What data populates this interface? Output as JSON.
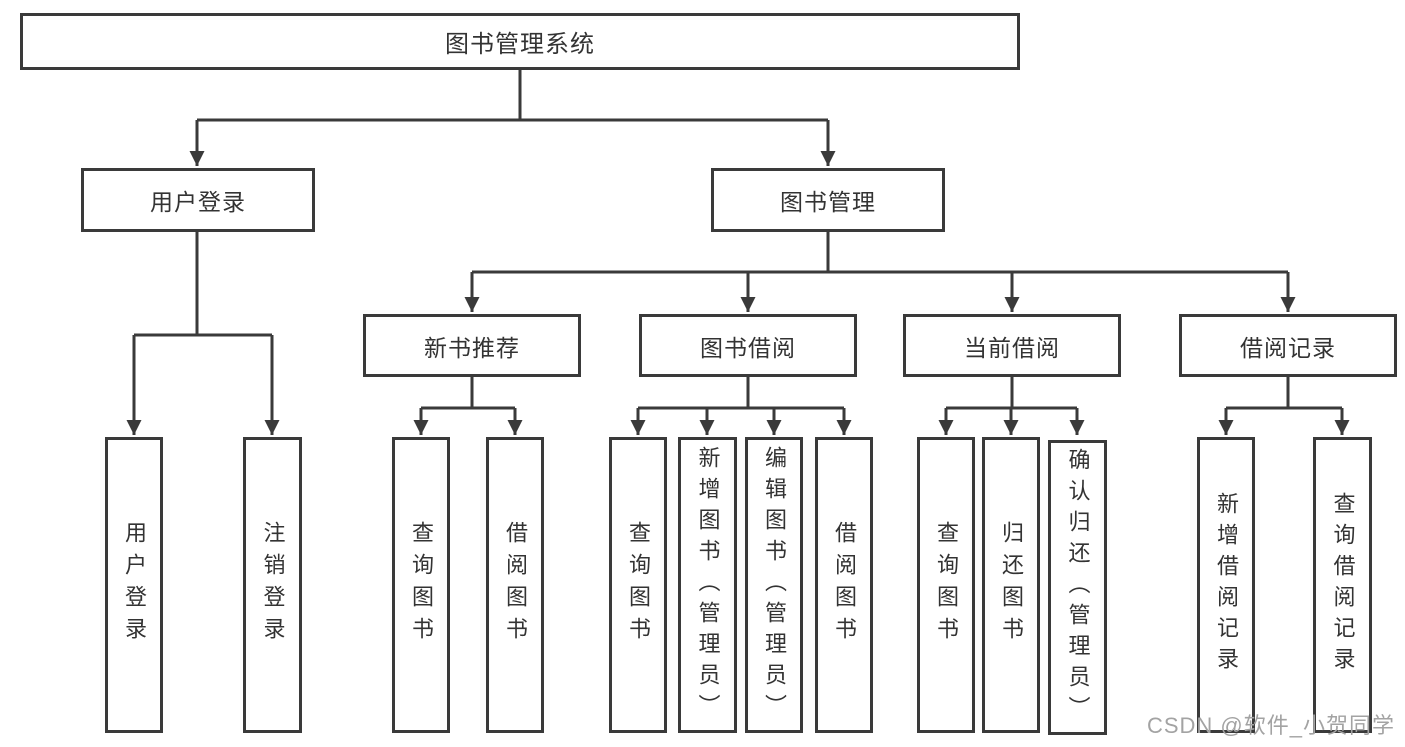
{
  "colors": {
    "line": "#3a3a3a",
    "box_border": "#3a3a3a",
    "text": "#333333",
    "watermark_text": "#a3a3a3",
    "background": "#ffffff"
  },
  "tree": {
    "root": "图书管理系统",
    "login": {
      "label": "用户登录",
      "children": [
        "用户登录",
        "注销登录"
      ]
    },
    "mgmt": {
      "label": "图书管理",
      "sections": [
        {
          "label": "新书推荐",
          "children": [
            "查询图书",
            "借阅图书"
          ]
        },
        {
          "label": "图书借阅",
          "children": [
            "查询图书",
            "新增图书（管理员）",
            "编辑图书（管理员）",
            "借阅图书"
          ]
        },
        {
          "label": "当前借阅",
          "children": [
            "查询图书",
            "归还图书",
            "确认归还（管理员）"
          ]
        },
        {
          "label": "借阅记录",
          "children": [
            "新增借阅记录",
            "查询借阅记录"
          ]
        }
      ]
    }
  },
  "watermark": {
    "text": "CSDN @软件_小贺同学"
  }
}
